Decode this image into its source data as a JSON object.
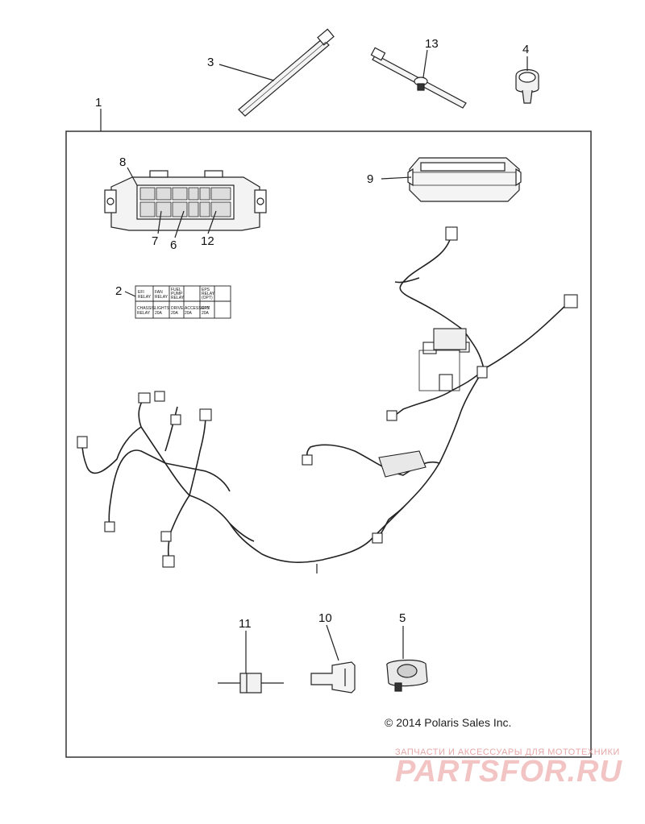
{
  "callouts": {
    "c1": "1",
    "c2": "2",
    "c3": "3",
    "c4": "4",
    "c5": "5",
    "c6": "6",
    "c7": "7",
    "c8": "8",
    "c9": "9",
    "c10": "10",
    "c11": "11",
    "c12": "12",
    "c13": "13"
  },
  "decal": {
    "row1": [
      "EFI\nRELAY",
      "FAN\nRELAY",
      "FUEL\nPUMP\nRELAY",
      "",
      "EPS\nRELAY\n(OPT)"
    ],
    "row2": [
      "CHASSIS\nRELAY",
      "LIGHTS\n20A",
      "DRIVE\n20A",
      "ACCESSORY\n20A",
      "EPS\n20A"
    ]
  },
  "copyright": "© 2014 Polaris Sales Inc.",
  "watermark": {
    "tagline": "ЗАПЧАСТИ И АКСЕССУАРЫ ДЛЯ МОТОТЕХНИКИ",
    "brand": "PARTSFOR.RU"
  }
}
